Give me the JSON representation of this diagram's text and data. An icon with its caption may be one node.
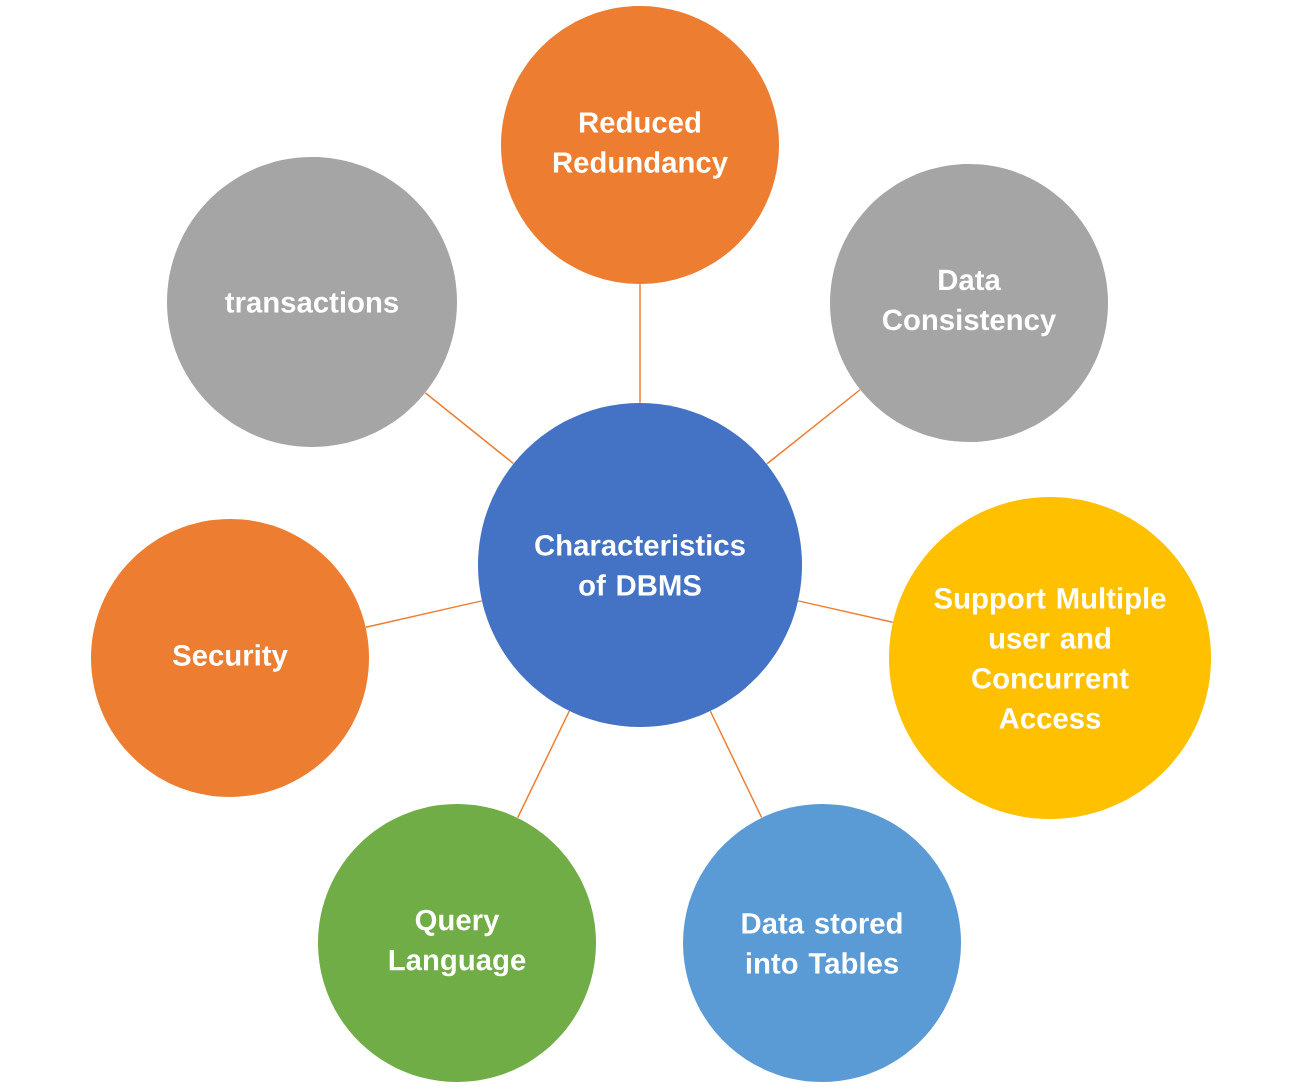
{
  "diagram": {
    "nodes": [
      {
        "text": [
          "Characteristics of DBMS"
        ]
      },
      {
        "text": [
          "Reduced Redundancy"
        ]
      },
      {
        "text": [
          "Data Consistency"
        ]
      },
      {
        "text": [
          "Support Multiple user and Concurrent Access"
        ]
      },
      {
        "text": [
          "Data stored into Tables"
        ]
      },
      {
        "text": [
          "Query Language"
        ]
      },
      {
        "text": [
          "Security"
        ]
      },
      {
        "text": [
          "transactions"
        ]
      }
    ],
    "edges": [
      {
        "from": 0,
        "to": 1,
        "arrow": "none"
      },
      {
        "from": 0,
        "to": 2,
        "arrow": "none"
      },
      {
        "from": 0,
        "to": 3,
        "arrow": "none"
      },
      {
        "from": 0,
        "to": 4,
        "arrow": "none"
      },
      {
        "from": 0,
        "to": 5,
        "arrow": "none"
      },
      {
        "from": 0,
        "to": 6,
        "arrow": "none"
      },
      {
        "from": 0,
        "to": 7,
        "arrow": "none"
      }
    ]
  }
}
